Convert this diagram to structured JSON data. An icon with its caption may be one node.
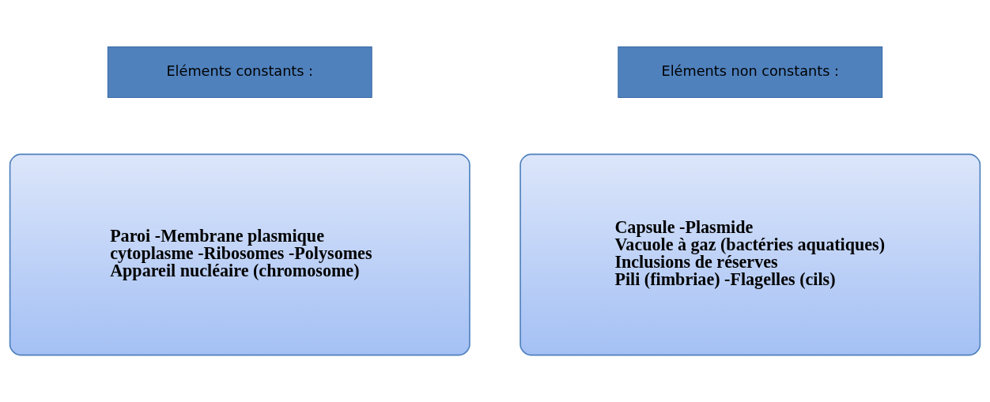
{
  "diagram": {
    "nodes": [
      {
        "text": [
          "Eléments constants :"
        ]
      },
      {
        "text": [
          "Eléments non constants :"
        ]
      },
      {
        "text": [
          "Paroi -Membrane plasmique",
          "cytoplasme -Ribosomes -Polysomes",
          "Appareil nucléaire (chromosome)"
        ]
      },
      {
        "text": [
          "Capsule -Plasmide",
          "Vacuole à gaz (bactéries aquatiques)",
          "Inclusions de réserves",
          "Pili (fimbriae) -Flagelles (cils)"
        ]
      }
    ]
  }
}
